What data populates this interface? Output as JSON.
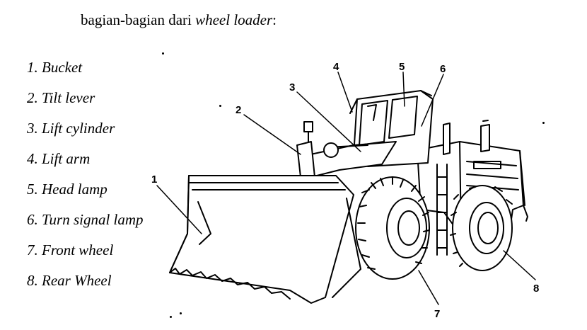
{
  "intro": {
    "text_plain": "bagian-bagian dari ",
    "text_italic": "wheel loader",
    "text_tail": ":"
  },
  "legend": [
    {
      "number": "1.",
      "label": "Bucket"
    },
    {
      "number": "2.",
      "label": "Tilt lever"
    },
    {
      "number": "3.",
      "label": "Lift cylinder"
    },
    {
      "number": "4.",
      "label": "Lift arm"
    },
    {
      "number": "5.",
      "label": "Head lamp"
    },
    {
      "number": "6.",
      "label": "Turn signal lamp"
    },
    {
      "number": "7.",
      "label": "Front wheel"
    },
    {
      "number": "8.",
      "label": "Rear Wheel"
    }
  ],
  "callouts": [
    "1",
    "2",
    "3",
    "4",
    "5",
    "6",
    "7",
    "8"
  ]
}
